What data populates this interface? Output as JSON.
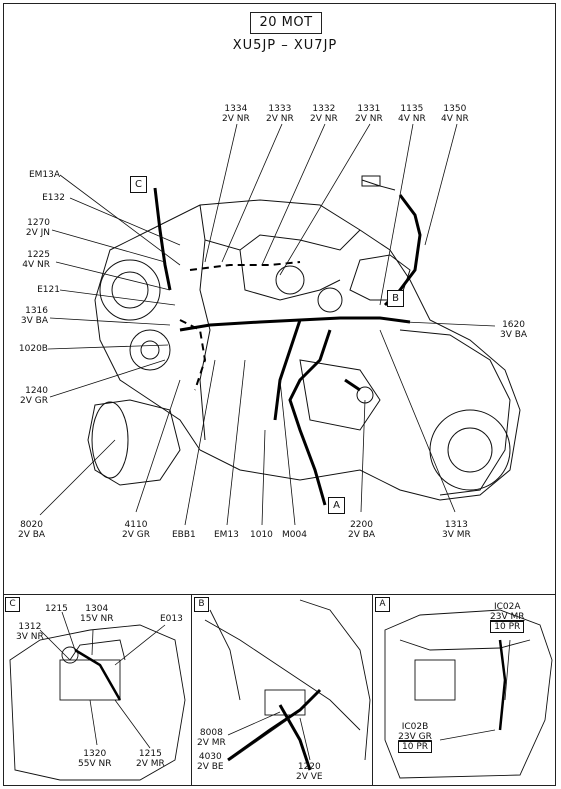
{
  "header": {
    "box": "20 MOT",
    "subtitle": "XU5JP  –  XU7JP"
  },
  "top_labels": [
    {
      "id": "1334",
      "text": "1334",
      "sub": "2V NR"
    },
    {
      "id": "1333",
      "text": "1333",
      "sub": "2V NR"
    },
    {
      "id": "1332",
      "text": "1332",
      "sub": "2V NR"
    },
    {
      "id": "1331",
      "text": "1331",
      "sub": "2V NR"
    },
    {
      "id": "1135",
      "text": "1135",
      "sub": "4V NR"
    },
    {
      "id": "1350",
      "text": "1350",
      "sub": "4V NR"
    }
  ],
  "left_labels": [
    {
      "text": "EM13A",
      "sub": ""
    },
    {
      "text": "E132",
      "sub": ""
    },
    {
      "text": "1270",
      "sub": "2V JN"
    },
    {
      "text": "1225",
      "sub": "4V NR"
    },
    {
      "text": "E121",
      "sub": ""
    },
    {
      "text": "1316",
      "sub": "3V BA"
    },
    {
      "text": "1020B",
      "sub": ""
    },
    {
      "text": "1240",
      "sub": "2V GR"
    },
    {
      "text": "8020",
      "sub": "2V BA"
    }
  ],
  "bottom_labels": [
    {
      "text": "4110",
      "sub": "2V GR"
    },
    {
      "text": "EBB1",
      "sub": ""
    },
    {
      "text": "EM13",
      "sub": ""
    },
    {
      "text": "1010",
      "sub": ""
    },
    {
      "text": "M004",
      "sub": ""
    },
    {
      "text": "2200",
      "sub": "2V BA"
    },
    {
      "text": "1313",
      "sub": "3V MR"
    }
  ],
  "right_labels": [
    {
      "text": "1620",
      "sub": "3V BA"
    }
  ],
  "callouts": {
    "a": "A",
    "b": "B",
    "c": "C"
  },
  "panel_c": {
    "tag": "C",
    "labels": [
      {
        "text": "1215",
        "sub": ""
      },
      {
        "text": "1304",
        "sub": "15V NR"
      },
      {
        "text": "E013",
        "sub": ""
      },
      {
        "text": "1312",
        "sub": "3V NR"
      },
      {
        "text": "1320",
        "sub": "55V NR"
      },
      {
        "text": "1215",
        "sub": "2V MR"
      }
    ]
  },
  "panel_b": {
    "tag": "B",
    "labels": [
      {
        "text": "8008",
        "sub": "2V MR"
      },
      {
        "text": "4030",
        "sub": "2V BE"
      },
      {
        "text": "1220",
        "sub": "2V VE"
      }
    ]
  },
  "panel_a": {
    "tag": "A",
    "labels": [
      {
        "text": "IC02A",
        "sub": "23V MR",
        "boxed": "10 PR"
      },
      {
        "text": "IC02B",
        "sub": "23V GR",
        "boxed": "10 PR"
      }
    ]
  }
}
